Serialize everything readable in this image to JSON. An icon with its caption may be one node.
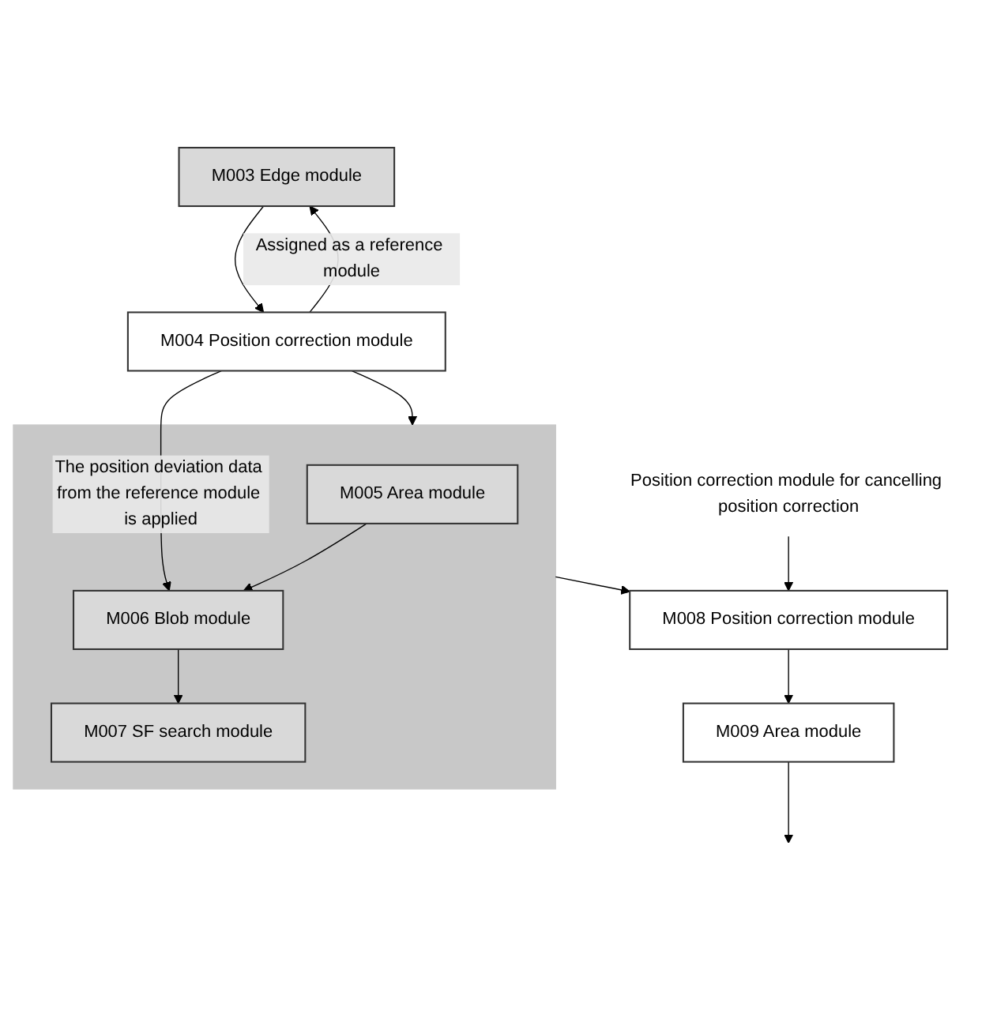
{
  "diagram": {
    "nodes": [
      {
        "text": [
          "M003 Edge module"
        ]
      },
      {
        "text": [
          "M004 Position correction module"
        ]
      },
      {
        "text": [],
        "shape": "box"
      },
      {
        "text": [
          "M005 Area module"
        ],
        "in": 2
      },
      {
        "text": [
          "M006 Blob module"
        ],
        "in": 2
      },
      {
        "text": [
          "M007 SF search module"
        ],
        "in": 2
      },
      {
        "text": [
          "M008 Position correction module"
        ]
      },
      {
        "text": [
          "M009 Area module"
        ]
      },
      {
        "text": [
          "Position correction module for cancelling position correction"
        ]
      }
    ],
    "edges": [
      {
        "from": 0,
        "to": 1,
        "arrow": "to"
      },
      {
        "from": 1,
        "to": 0,
        "arrow": "to",
        "label": "Assigned as a reference module"
      },
      {
        "from": 1,
        "to": 2,
        "arrow": "to"
      },
      {
        "from": 1,
        "to": 4,
        "arrow": "to",
        "label": "The position deviation data from the reference module is applied"
      },
      {
        "from": 3,
        "to": 4,
        "arrow": "to"
      },
      {
        "from": 4,
        "to": 5,
        "arrow": "to"
      },
      {
        "from": 2,
        "to": 6,
        "arrow": "to"
      },
      {
        "from": 8,
        "to": 6,
        "arrow": "to"
      },
      {
        "from": 6,
        "to": 7,
        "arrow": "to"
      },
      {
        "from": 7,
        "to": null,
        "arrow": "to"
      }
    ]
  }
}
